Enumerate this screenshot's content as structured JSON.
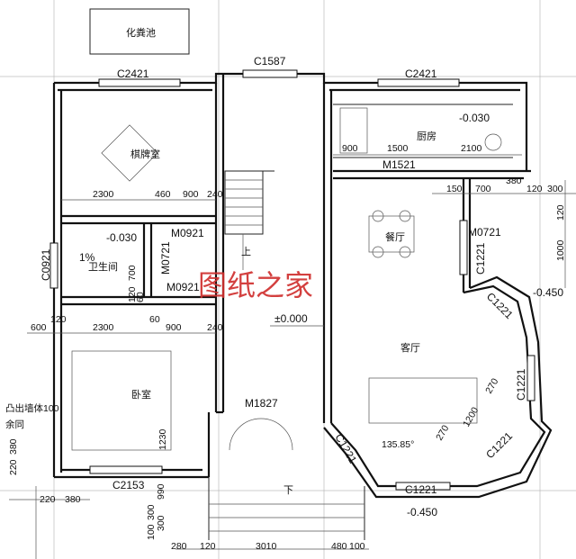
{
  "watermark": "图纸之家",
  "rooms": {
    "septic": "化粪池",
    "chess": "棋牌室",
    "kitchen": "厨房",
    "dining": "餐厅",
    "living": "客厅",
    "bedroom": "卧室",
    "toilet": "卫生间"
  },
  "stair_up": "上",
  "entry_down": "下",
  "windows": {
    "top_center": "C1587",
    "top_left": "C2421",
    "top_right": "C2421",
    "bottom_left": "C2153",
    "bottom_bay": "C1221",
    "bay_right": "C1221",
    "bay_upper_diag": "C1221",
    "bay_lower_left": "C1221",
    "bay_lower_right": "C1221",
    "dining_right": "C1221",
    "toilet_left": "C0921"
  },
  "doors": {
    "entry": "M1827",
    "kitchen": "M1521",
    "chess": "M0921",
    "toilet": "M0921",
    "toilet_side": "M0721",
    "dining_side": "M0721"
  },
  "elevations": {
    "main": "±0.000",
    "kitchen": "-0.030",
    "toilet": "-0.030",
    "right_exterior": "-0.450",
    "bottom_exterior": "-0.450"
  },
  "slope": "1%",
  "notes": {
    "wall_protrusion": "凸出墙体100",
    "balance": "余同"
  },
  "angle": "135.85°",
  "dimensions": {
    "kitchen": [
      "900",
      "1500",
      "2100"
    ],
    "chess": [
      "2300",
      "460",
      "900",
      "240"
    ],
    "bedroom": [
      "600",
      "120",
      "2300",
      "60",
      "900",
      "240"
    ],
    "bottom": [
      "280",
      "120",
      "3010",
      "480",
      "100"
    ],
    "left_bottom": [
      "220",
      "380"
    ],
    "left_side": [
      "220",
      "380",
      "990",
      "300",
      "100",
      "300"
    ],
    "right_top": [
      "150",
      "700",
      "380",
      "120",
      "300",
      "120",
      "1000"
    ],
    "bedroom_height": "1230",
    "toilet_small": [
      "700",
      "120",
      "60"
    ],
    "bay": [
      "270",
      "1200",
      "270"
    ]
  }
}
